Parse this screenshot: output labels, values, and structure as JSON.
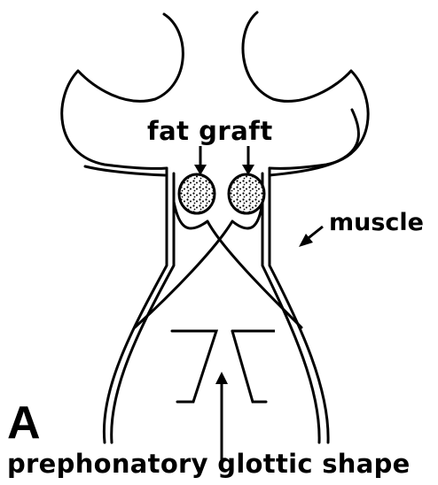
{
  "figure": {
    "panel_letter": "A",
    "labels": {
      "fat_graft": "fat graft",
      "muscle": "muscle",
      "glottic_shape": "prephonatory glottic shape"
    },
    "ink_color": "#000000",
    "background_color": "#ffffff"
  }
}
